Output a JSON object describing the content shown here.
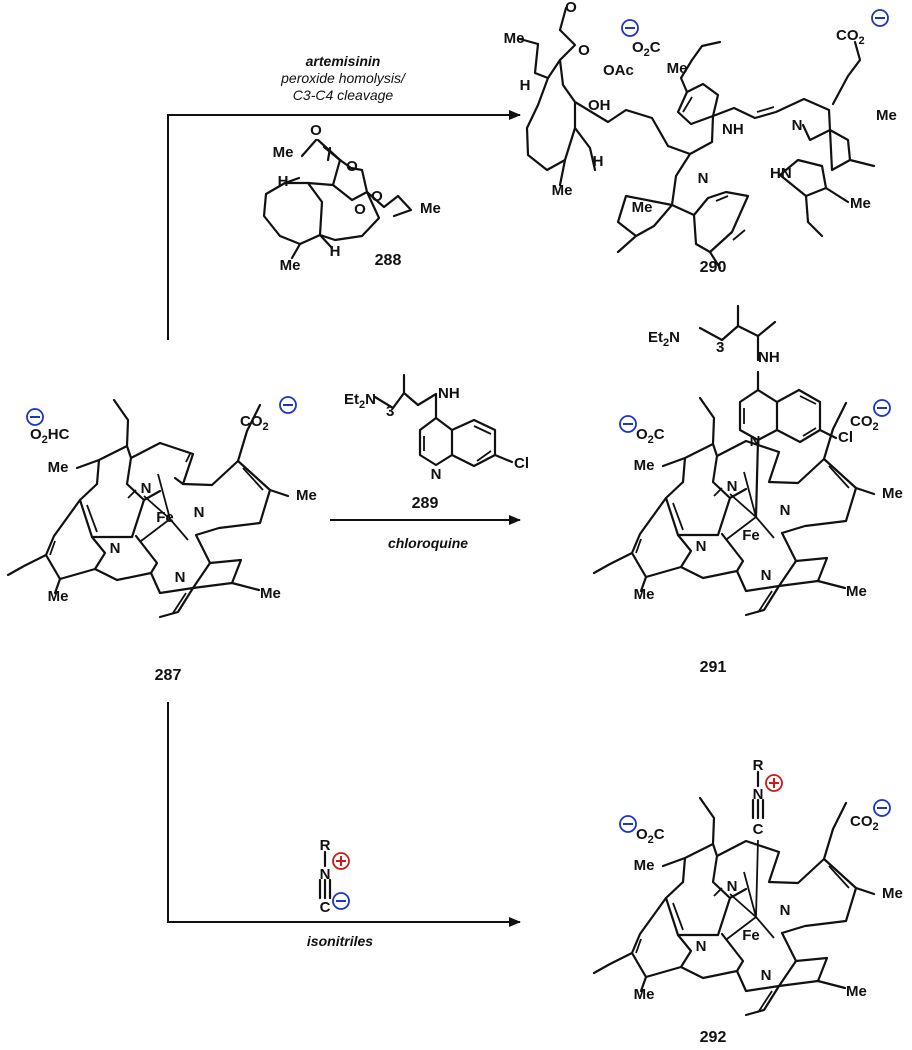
{
  "reactions": {
    "top": {
      "reagent_name": "artemisinin",
      "condition_lines": [
        "peroxide homolysis/",
        "C3-C4 cleavage"
      ],
      "reagent_label": "288",
      "product_label": "290"
    },
    "middle": {
      "reagent_label": "289",
      "reagent_name": "chloroquine",
      "product_label": "291"
    },
    "bottom": {
      "reagent_name": "isonitriles",
      "product_label": "292"
    }
  },
  "starting_material": {
    "label": "287"
  },
  "atom_labels": {
    "fe": "Fe",
    "n": "N",
    "me": "Me",
    "nh": "NH",
    "hn": "HN",
    "o": "O",
    "oh": "OH",
    "oac": "OAc",
    "h": "H",
    "cl": "Cl",
    "c": "C",
    "r": "R",
    "co2": "CO",
    "co2_sub": "2",
    "o2c": "O",
    "o2c_sub": "2",
    "o2c_tail": "C",
    "o2hc": "O",
    "o2hc_sub": "2",
    "o2hc_tail": "HC",
    "et2n": "Et",
    "et2n_sub": "2",
    "et2n_tail": "N",
    "chain_sub": "3"
  },
  "colors": {
    "negative_charge": "#1a35c8",
    "positive_charge": "#d01818",
    "ink": "#111111"
  }
}
